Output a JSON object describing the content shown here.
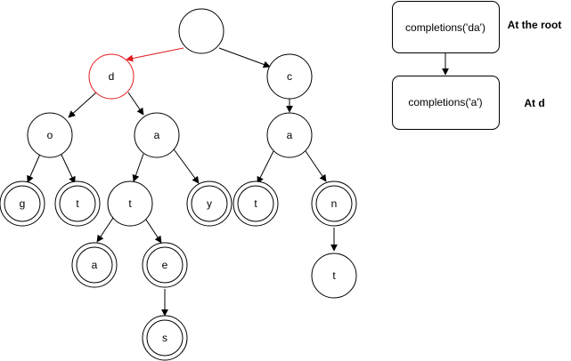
{
  "trie": {
    "root": {
      "label": ""
    },
    "nodes": {
      "d": "d",
      "o": "o",
      "a1": "a",
      "g": "g",
      "t1": "t",
      "t2": "t",
      "y": "y",
      "a2": "a",
      "e": "e",
      "s": "s",
      "c": "c",
      "a3": "a",
      "t3": "t",
      "n": "n",
      "t4": "t"
    }
  },
  "calls": {
    "box1": "completions('da')",
    "box2": "completions('a')",
    "label1": "At the root",
    "label2": "At d"
  },
  "colors": {
    "highlight": "#e31a1c",
    "stroke": "#000000"
  }
}
